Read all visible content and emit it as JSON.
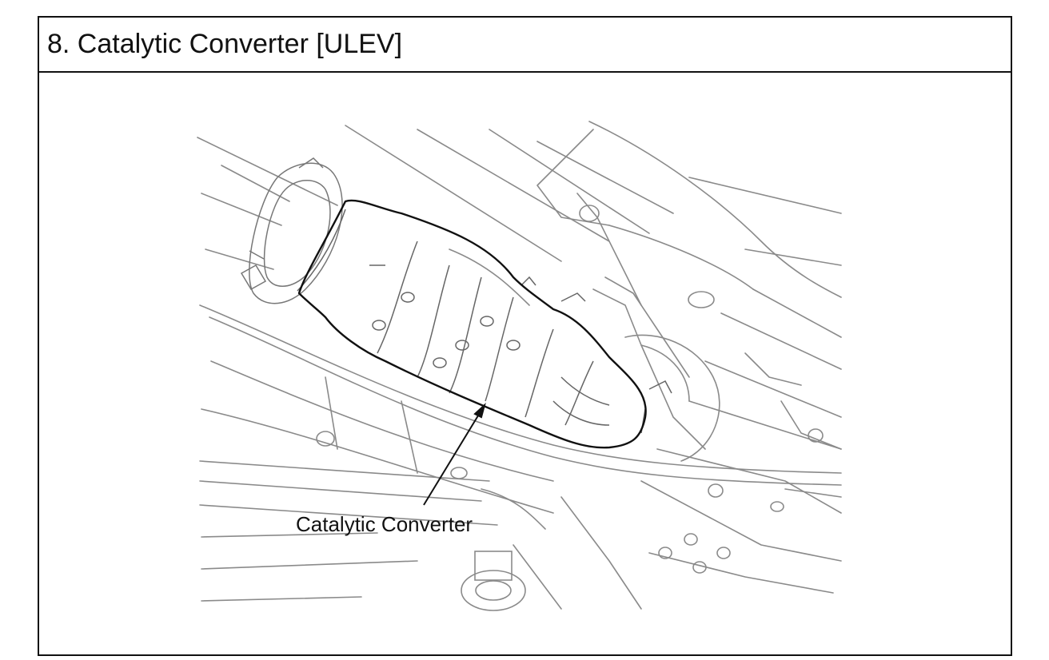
{
  "header": {
    "title": "8. Catalytic Converter [ULEV]"
  },
  "diagram": {
    "subject": "catalytic-converter-underbody-view",
    "callouts": [
      {
        "label": "Catalytic Converter"
      }
    ],
    "line_color": "#111111",
    "background": "#ffffff"
  }
}
